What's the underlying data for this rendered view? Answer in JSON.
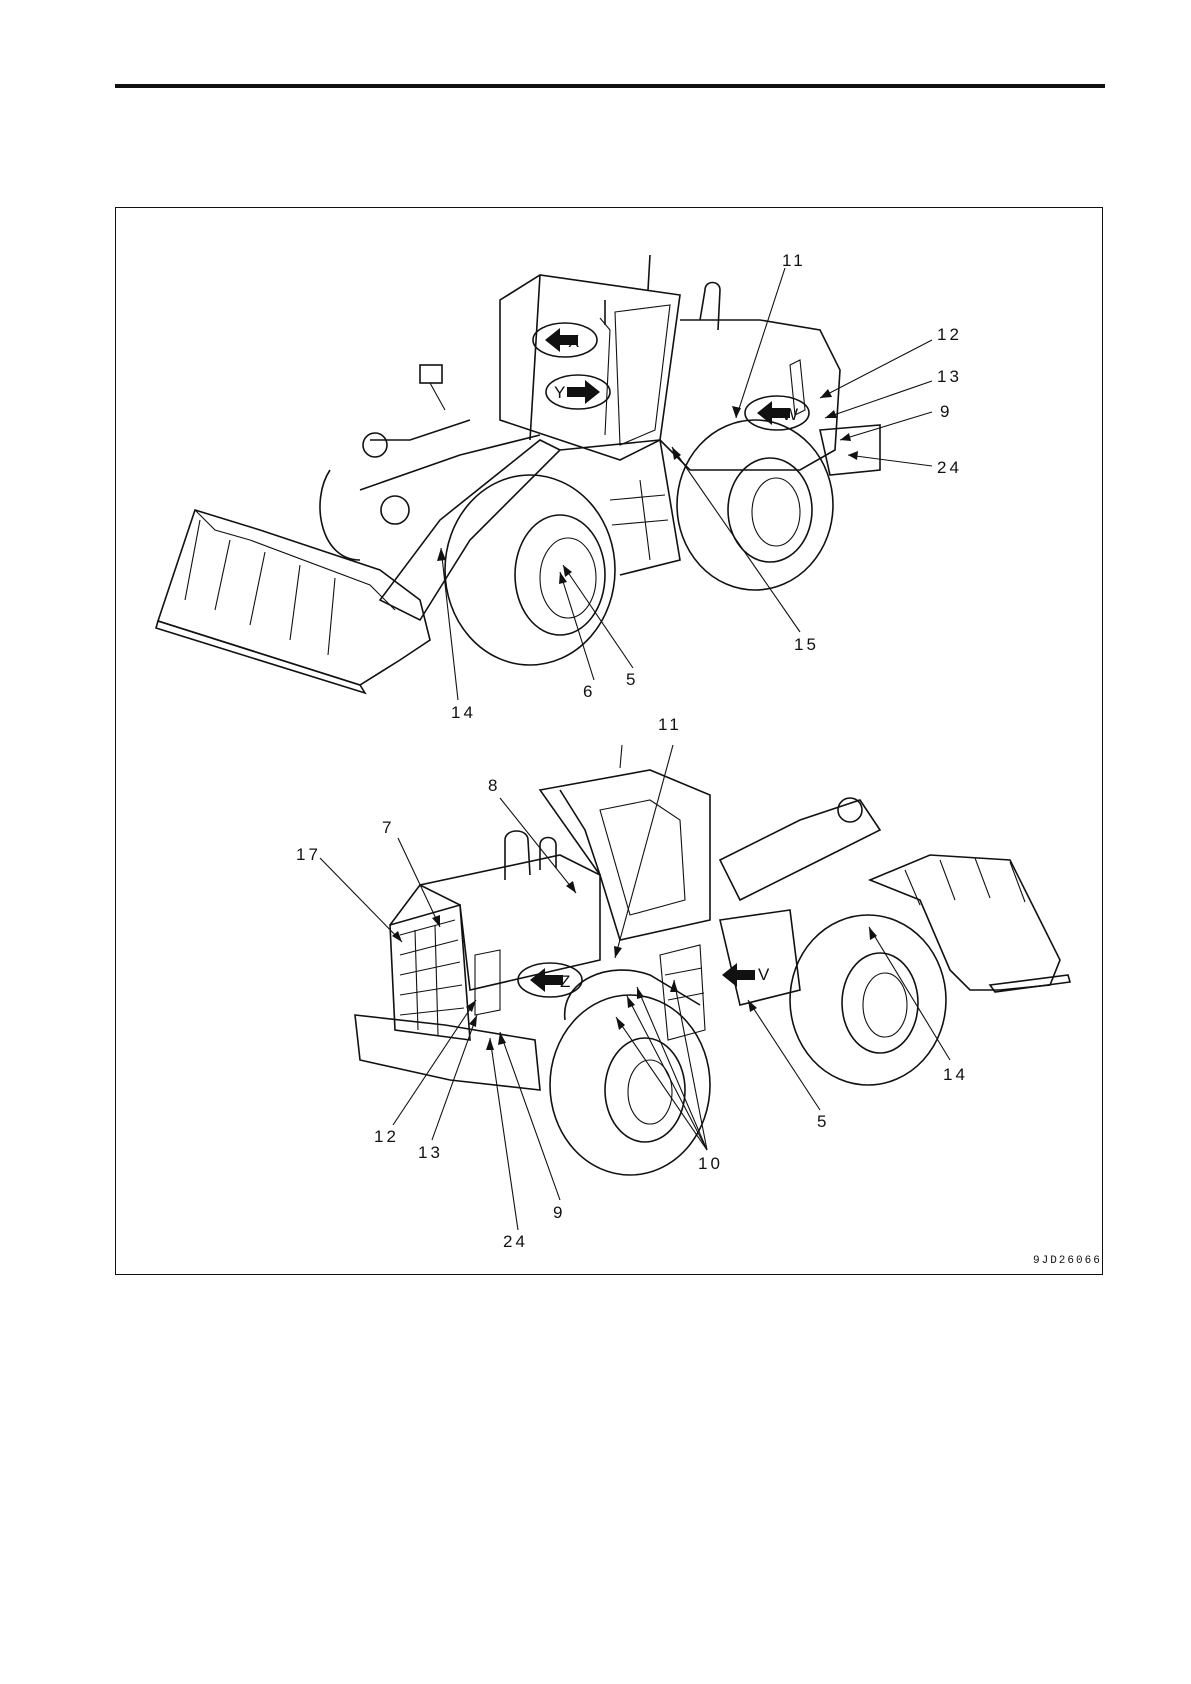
{
  "figure": {
    "code": "9JD26066"
  },
  "top_view": {
    "callouts": [
      "11",
      "12",
      "13",
      "9",
      "24",
      "15",
      "5",
      "6",
      "14"
    ],
    "view_letters": [
      "X",
      "Y",
      "W"
    ]
  },
  "bottom_view": {
    "callouts": [
      "11",
      "8",
      "7",
      "17",
      "14",
      "5",
      "10",
      "12",
      "13",
      "24",
      "9"
    ],
    "view_letters": [
      "Z",
      "V"
    ]
  }
}
